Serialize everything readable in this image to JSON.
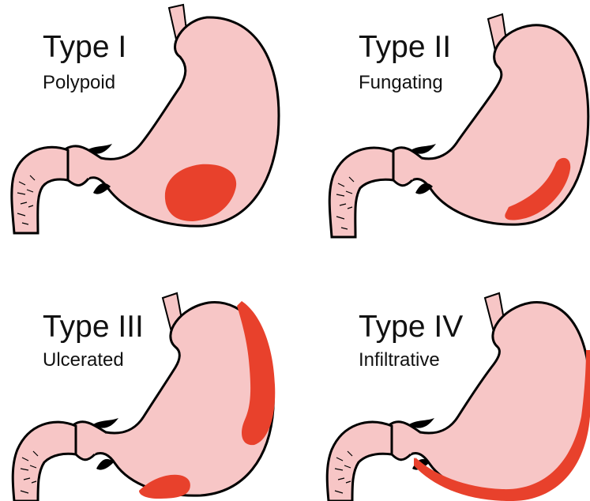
{
  "colors": {
    "stomach_fill": "#f7c6c6",
    "outline": "#000000",
    "lesion": "#e8412c",
    "background": "#ffffff"
  },
  "panels": [
    {
      "title": "Type I",
      "subtitle": "Polypoid",
      "lesion": "polypoid"
    },
    {
      "title": "Type II",
      "subtitle": "Fungating",
      "lesion": "fungating"
    },
    {
      "title": "Type III",
      "subtitle": "Ulcerated",
      "lesion": "ulcerated"
    },
    {
      "title": "Type IV",
      "subtitle": "Infiltrative",
      "lesion": "infiltrative"
    }
  ]
}
